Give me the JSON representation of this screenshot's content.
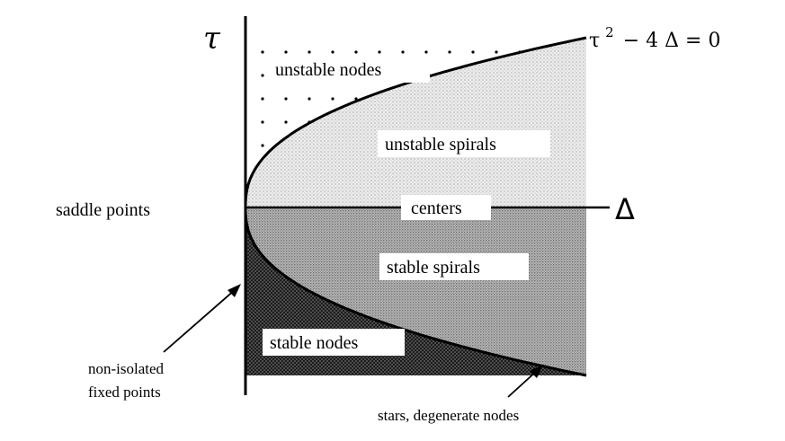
{
  "axes": {
    "vertical_symbol": "τ",
    "horizontal_symbol": "Δ"
  },
  "curve": {
    "equation_base": "τ",
    "equation_exponent": "2",
    "equation_rest": "− 4 Δ = 0"
  },
  "regions": {
    "unstable_nodes": "unstable nodes",
    "unstable_spirals": "unstable spirals",
    "centers": "centers",
    "stable_spirals": "stable spirals",
    "stable_nodes": "stable nodes",
    "saddle_points": "saddle points"
  },
  "annotations": {
    "non_isolated_line1": "non-isolated",
    "non_isolated_line2": "fixed points",
    "stars": "stars, degenerate nodes"
  }
}
